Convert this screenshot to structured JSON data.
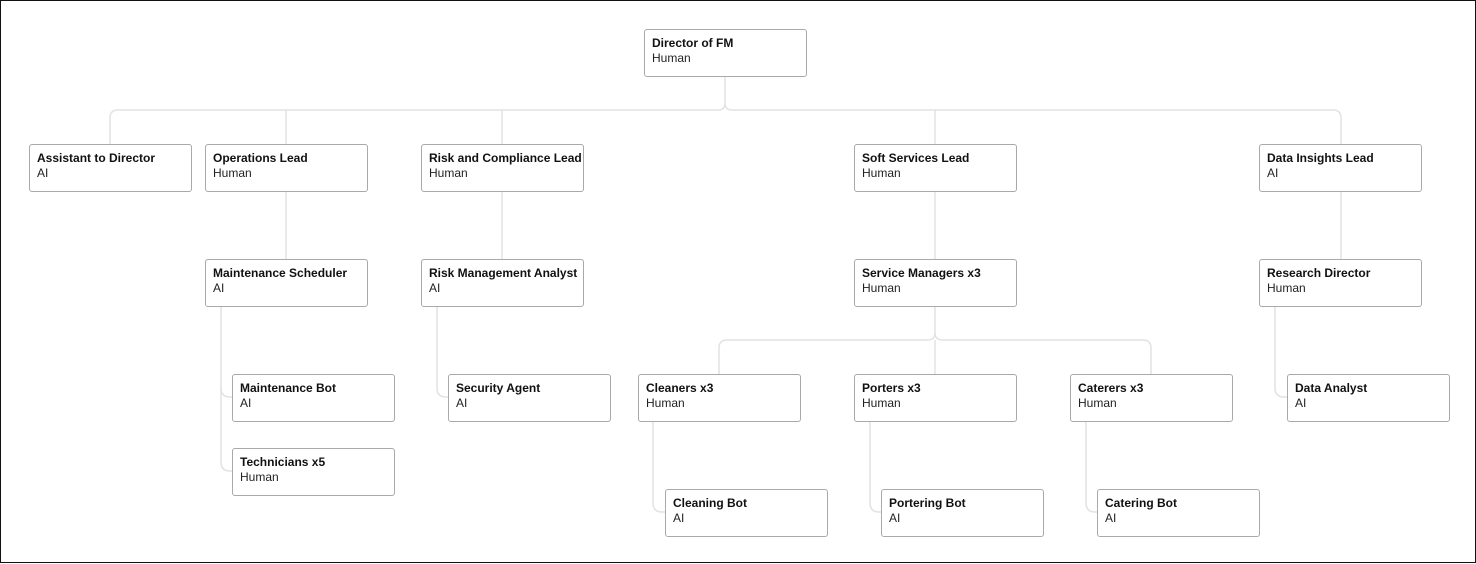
{
  "nodes": [
    {
      "id": "director",
      "title": "Director of FM",
      "type": "Human",
      "parent": null
    },
    {
      "id": "assistant",
      "title": "Assistant to Director",
      "type": "AI",
      "parent": "director"
    },
    {
      "id": "ops-lead",
      "title": "Operations Lead",
      "type": "Human",
      "parent": "director"
    },
    {
      "id": "risk-lead",
      "title": "Risk and Compliance Lead",
      "type": "Human",
      "parent": "director"
    },
    {
      "id": "soft-lead",
      "title": "Soft Services Lead",
      "type": "Human",
      "parent": "director"
    },
    {
      "id": "data-lead",
      "title": "Data Insights Lead",
      "type": "AI",
      "parent": "director"
    },
    {
      "id": "maint-sched",
      "title": "Maintenance Scheduler",
      "type": "AI",
      "parent": "ops-lead"
    },
    {
      "id": "risk-analyst",
      "title": "Risk Management Analyst",
      "type": "AI",
      "parent": "risk-lead"
    },
    {
      "id": "service-mgrs",
      "title": "Service Managers x3",
      "type": "Human",
      "parent": "soft-lead"
    },
    {
      "id": "research-dir",
      "title": "Research Director",
      "type": "Human",
      "parent": "data-lead"
    },
    {
      "id": "maint-bot",
      "title": "Maintenance Bot",
      "type": "AI",
      "parent": "maint-sched"
    },
    {
      "id": "technicians",
      "title": "Technicians x5",
      "type": "Human",
      "parent": "maint-sched"
    },
    {
      "id": "security-agent",
      "title": "Security Agent",
      "type": "AI",
      "parent": "risk-analyst"
    },
    {
      "id": "cleaners",
      "title": "Cleaners x3",
      "type": "Human",
      "parent": "service-mgrs"
    },
    {
      "id": "porters",
      "title": "Porters x3",
      "type": "Human",
      "parent": "service-mgrs"
    },
    {
      "id": "caterers",
      "title": "Caterers x3",
      "type": "Human",
      "parent": "service-mgrs"
    },
    {
      "id": "data-analyst",
      "title": "Data Analyst",
      "type": "AI",
      "parent": "research-dir"
    },
    {
      "id": "cleaning-bot",
      "title": "Cleaning Bot",
      "type": "AI",
      "parent": "cleaners"
    },
    {
      "id": "portering-bot",
      "title": "Portering Bot",
      "type": "AI",
      "parent": "porters"
    },
    {
      "id": "catering-bot",
      "title": "Catering Bot",
      "type": "AI",
      "parent": "caterers"
    }
  ],
  "colors": {
    "node_border": "#a9a9a9",
    "connector": "#e2e2e2",
    "frame_border": "#111111"
  }
}
